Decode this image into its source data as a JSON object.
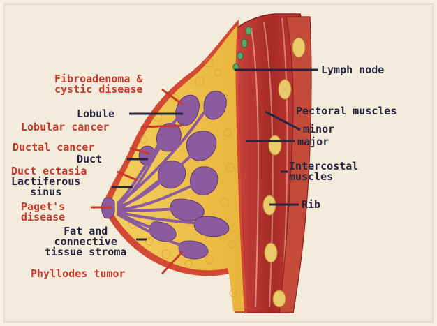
{
  "colors": {
    "background": "#f5efe3",
    "skin": "#c63a2c",
    "fat": "#f0c846",
    "lobule": "#8a5a9c",
    "muscle": "#b8322c",
    "rib": "#e8c86a",
    "lymph": "#5aa86a",
    "dark_label": "#26263e",
    "red_label": "#c63a2c"
  },
  "labels": {
    "fibroadenoma": "Fibroadenoma &\ncystic disease",
    "lobule": "Lobule",
    "lobular_cancer": "Lobular cancer",
    "ductal_cancer": "Ductal cancer",
    "duct": "Duct",
    "duct_ectasia": "Duct ectasia",
    "lactiferous_sinus": "Lactiferous\nsinus",
    "pagets_disease": "Paget's\ndisease",
    "fat_stroma": "Fat and\nconnective\ntissue stroma",
    "phyllodes": "Phyllodes tumor",
    "lymph_node": "Lymph node",
    "pectoral_muscles": "Pectoral muscles",
    "minor": "minor",
    "major": "major",
    "intercostal": "Intercostal\nmuscles",
    "rib": "Rib"
  }
}
